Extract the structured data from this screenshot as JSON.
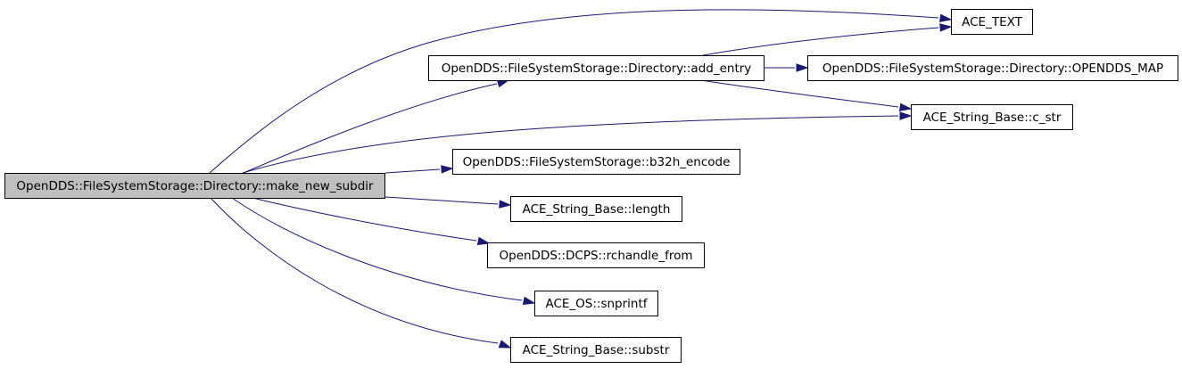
{
  "colors": {
    "edge": "#191970",
    "node_fill": "#ffffff",
    "root_fill": "#bfbfbf",
    "border": "#000000"
  },
  "nodes": [
    {
      "id": "make_new_subdir",
      "label": "OpenDDS::FileSystemStorage::Directory::make_new_subdir",
      "root": true
    },
    {
      "id": "ace_text",
      "label": "ACE_TEXT"
    },
    {
      "id": "add_entry",
      "label": "OpenDDS::FileSystemStorage::Directory::add_entry"
    },
    {
      "id": "opendds_map",
      "label": "OpenDDS::FileSystemStorage::Directory::OPENDDS_MAP"
    },
    {
      "id": "c_str",
      "label": "ACE_String_Base::c_str"
    },
    {
      "id": "b32h_encode",
      "label": "OpenDDS::FileSystemStorage::b32h_encode"
    },
    {
      "id": "length",
      "label": "ACE_String_Base::length"
    },
    {
      "id": "rchandle_from",
      "label": "OpenDDS::DCPS::rchandle_from"
    },
    {
      "id": "snprintf",
      "label": "ACE_OS::snprintf"
    },
    {
      "id": "substr",
      "label": "ACE_String_Base::substr"
    }
  ],
  "edges": [
    {
      "from": "make_new_subdir",
      "to": "ace_text"
    },
    {
      "from": "make_new_subdir",
      "to": "add_entry"
    },
    {
      "from": "make_new_subdir",
      "to": "c_str"
    },
    {
      "from": "make_new_subdir",
      "to": "b32h_encode"
    },
    {
      "from": "make_new_subdir",
      "to": "length"
    },
    {
      "from": "make_new_subdir",
      "to": "rchandle_from"
    },
    {
      "from": "make_new_subdir",
      "to": "snprintf"
    },
    {
      "from": "make_new_subdir",
      "to": "substr"
    },
    {
      "from": "add_entry",
      "to": "ace_text"
    },
    {
      "from": "add_entry",
      "to": "opendds_map"
    },
    {
      "from": "add_entry",
      "to": "c_str"
    }
  ]
}
